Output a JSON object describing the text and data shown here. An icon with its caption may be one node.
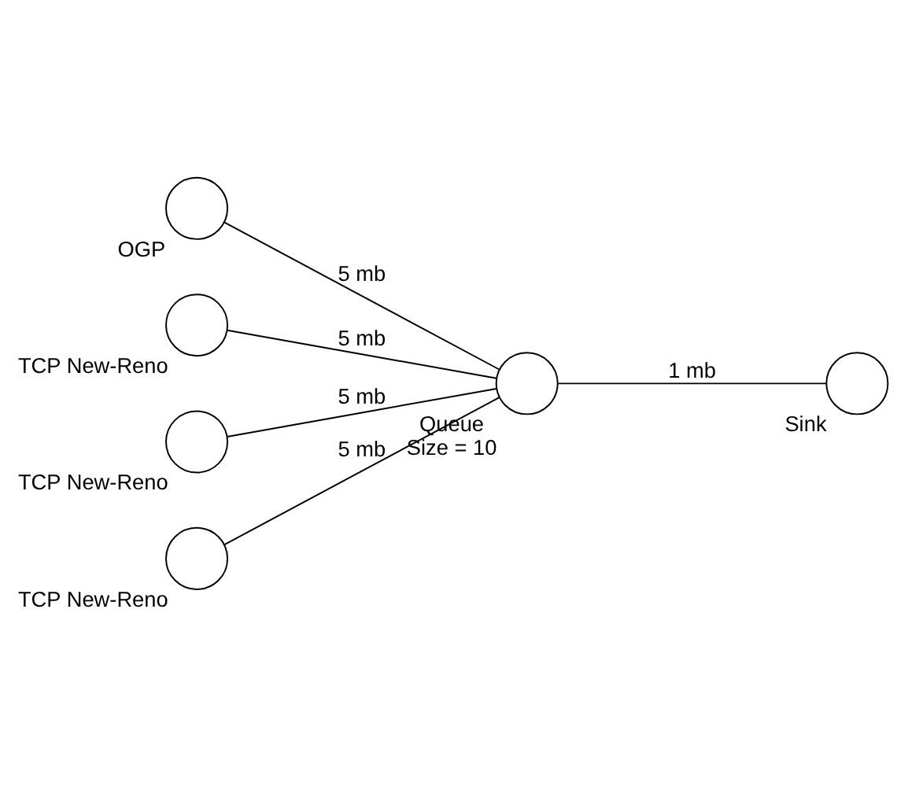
{
  "diagram": {
    "nodes": [
      {
        "text": [],
        "shape": "circle",
        "beside": [
          "OGP"
        ]
      },
      {
        "text": [],
        "shape": "circle",
        "beside": [
          "TCP New-Reno"
        ]
      },
      {
        "text": [],
        "shape": "circle",
        "beside": [
          "TCP New-Reno"
        ]
      },
      {
        "text": [],
        "shape": "circle",
        "beside": [
          "TCP New-Reno"
        ]
      },
      {
        "text": [],
        "shape": "circle",
        "beside": [
          "Queue",
          "Size = 10"
        ]
      },
      {
        "text": [],
        "shape": "circle",
        "beside": [
          "Sink"
        ]
      }
    ],
    "edges": [
      {
        "from": 0,
        "to": 4,
        "arrow": "none",
        "label": "5 mb"
      },
      {
        "from": 1,
        "to": 4,
        "arrow": "none",
        "label": "5 mb"
      },
      {
        "from": 2,
        "to": 4,
        "arrow": "none",
        "label": "5 mb"
      },
      {
        "from": 3,
        "to": 4,
        "arrow": "none",
        "label": "5 mb"
      },
      {
        "from": 4,
        "to": 5,
        "arrow": "none",
        "label": "1 mb"
      }
    ]
  }
}
